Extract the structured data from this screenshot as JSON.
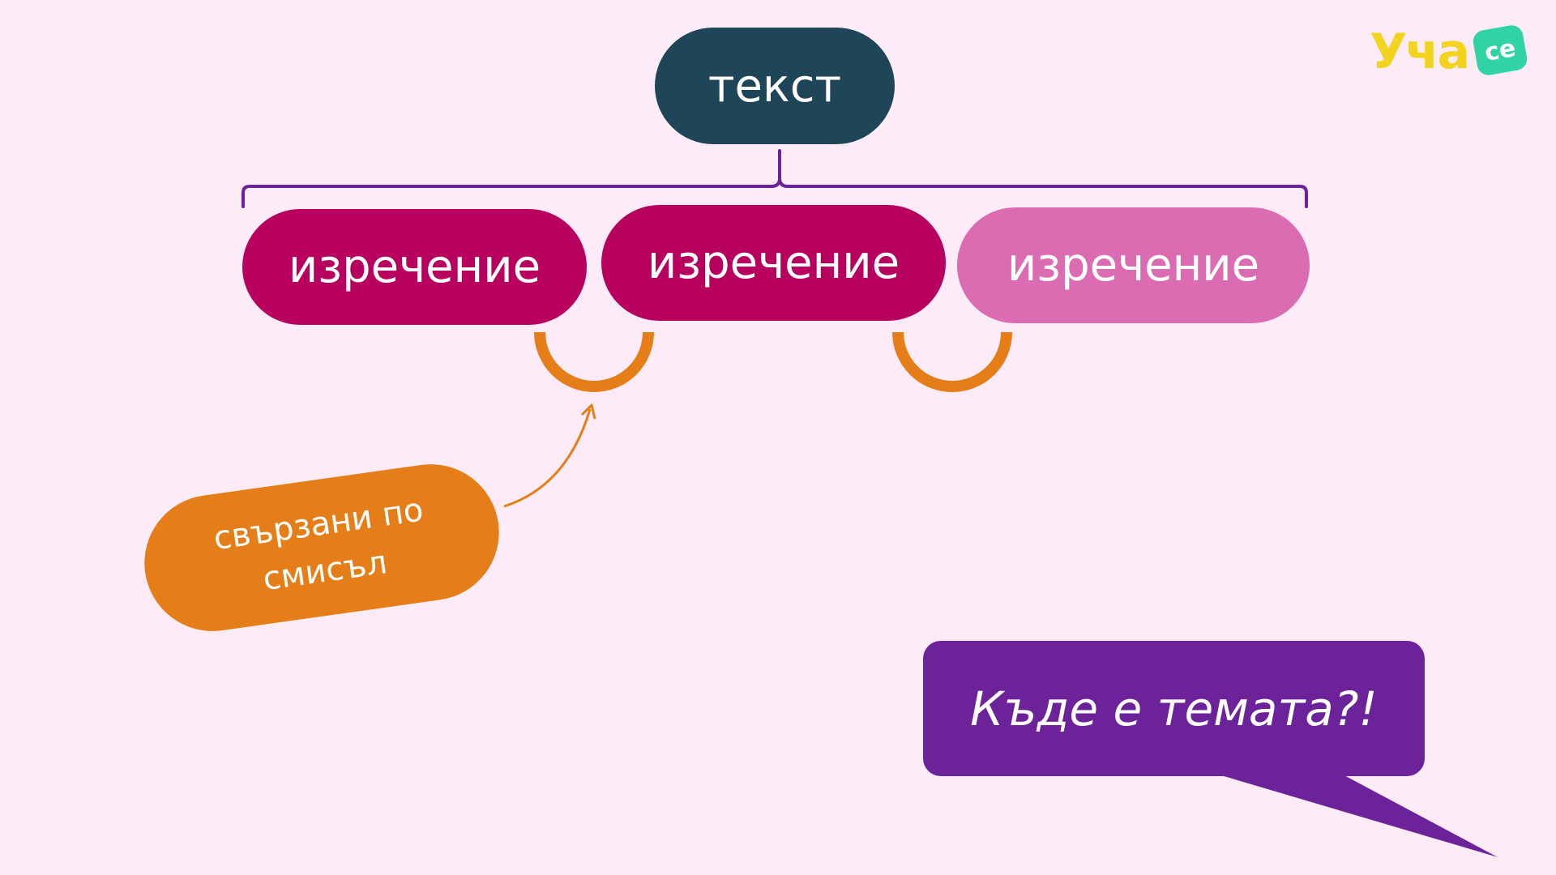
{
  "diagram": {
    "root": {
      "label": "текст"
    },
    "sentences": [
      {
        "label": "изречение",
        "color": "#b8005f"
      },
      {
        "label": "изречение",
        "color": "#b8005f"
      },
      {
        "label": "изречение",
        "color": "#dc6cb1"
      }
    ],
    "link_note": {
      "line1": "свързани по",
      "line2": "смисъл"
    }
  },
  "speech_bubble": {
    "text": "Къде е темата?!"
  },
  "logo": {
    "text": "Уча",
    "badge": "се"
  },
  "colors": {
    "background": "#fdecf7",
    "root": "#1f4559",
    "sentence_dark": "#b8005f",
    "sentence_light": "#dc6cb1",
    "connector": "#e57e18",
    "bracket": "#6c2399",
    "bubble": "#6c2399",
    "logo_yellow": "#f2d41f",
    "logo_green": "#2fd3a4"
  }
}
